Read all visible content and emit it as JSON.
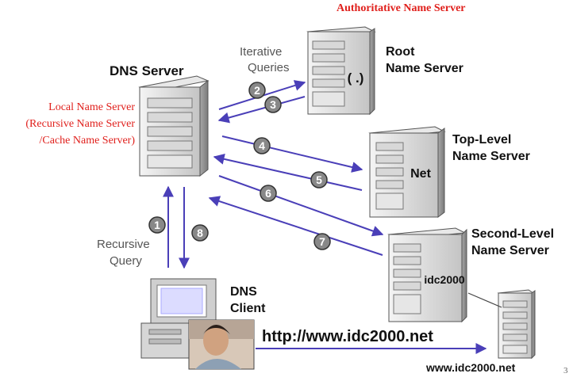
{
  "header": {
    "authoritative_label": "Authoritative Name Server"
  },
  "dns_server": {
    "title": "DNS Server",
    "local_label_lines": [
      "Local Name Server",
      "(Recursive Name Server",
      "/Cache Name Server)"
    ]
  },
  "iterative": {
    "line1": "Iterative",
    "line2": "Queries"
  },
  "root_server": {
    "line1": "Root",
    "line2": "Name Server",
    "glyph": "( .)"
  },
  "tld_server": {
    "line1": "Top-Level",
    "line2": "Name Server",
    "glyph": "Net"
  },
  "sld_server": {
    "line1": "Second-Level",
    "line2": "Name Server",
    "glyph": "idc2000"
  },
  "recursive": {
    "line1": "Recursive",
    "line2": "Query"
  },
  "client": {
    "line1": "DNS",
    "line2": "Client"
  },
  "url_text": "http://www.idc2000.net",
  "web_server_label": "www.idc2000.net",
  "steps": [
    "1",
    "2",
    "3",
    "4",
    "5",
    "6",
    "7",
    "8"
  ],
  "page_number": "3",
  "colors": {
    "arrow": "#4a3fb8",
    "label_red": "#e0201c",
    "badge": "#808080"
  }
}
